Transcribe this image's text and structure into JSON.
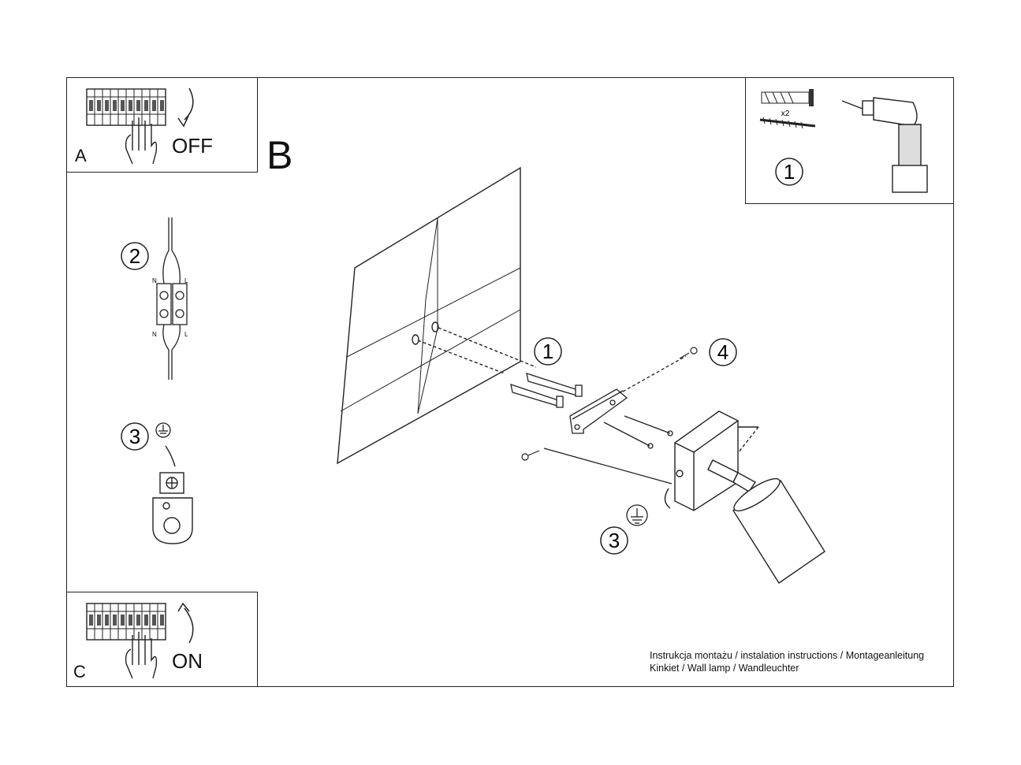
{
  "panel_a": {
    "letter": "A",
    "action": "OFF"
  },
  "panel_b": {
    "letter": "B"
  },
  "panel_c": {
    "letter": "C",
    "action": "ON"
  },
  "tools": {
    "quantity": "x2",
    "step": "1"
  },
  "steps": {
    "wiring": "2",
    "earth": "3",
    "dowels": "1",
    "screw": "4",
    "earth_main": "3"
  },
  "terminal_labels": {
    "n_top": "N",
    "l_top": "L",
    "n_bottom": "N",
    "l_bottom": "L"
  },
  "caption": {
    "line1": "Instrukcja montażu / instalation instructions / Montageanleitung",
    "line2": "Kinkiet / Wall lamp / Wandleuchter"
  }
}
